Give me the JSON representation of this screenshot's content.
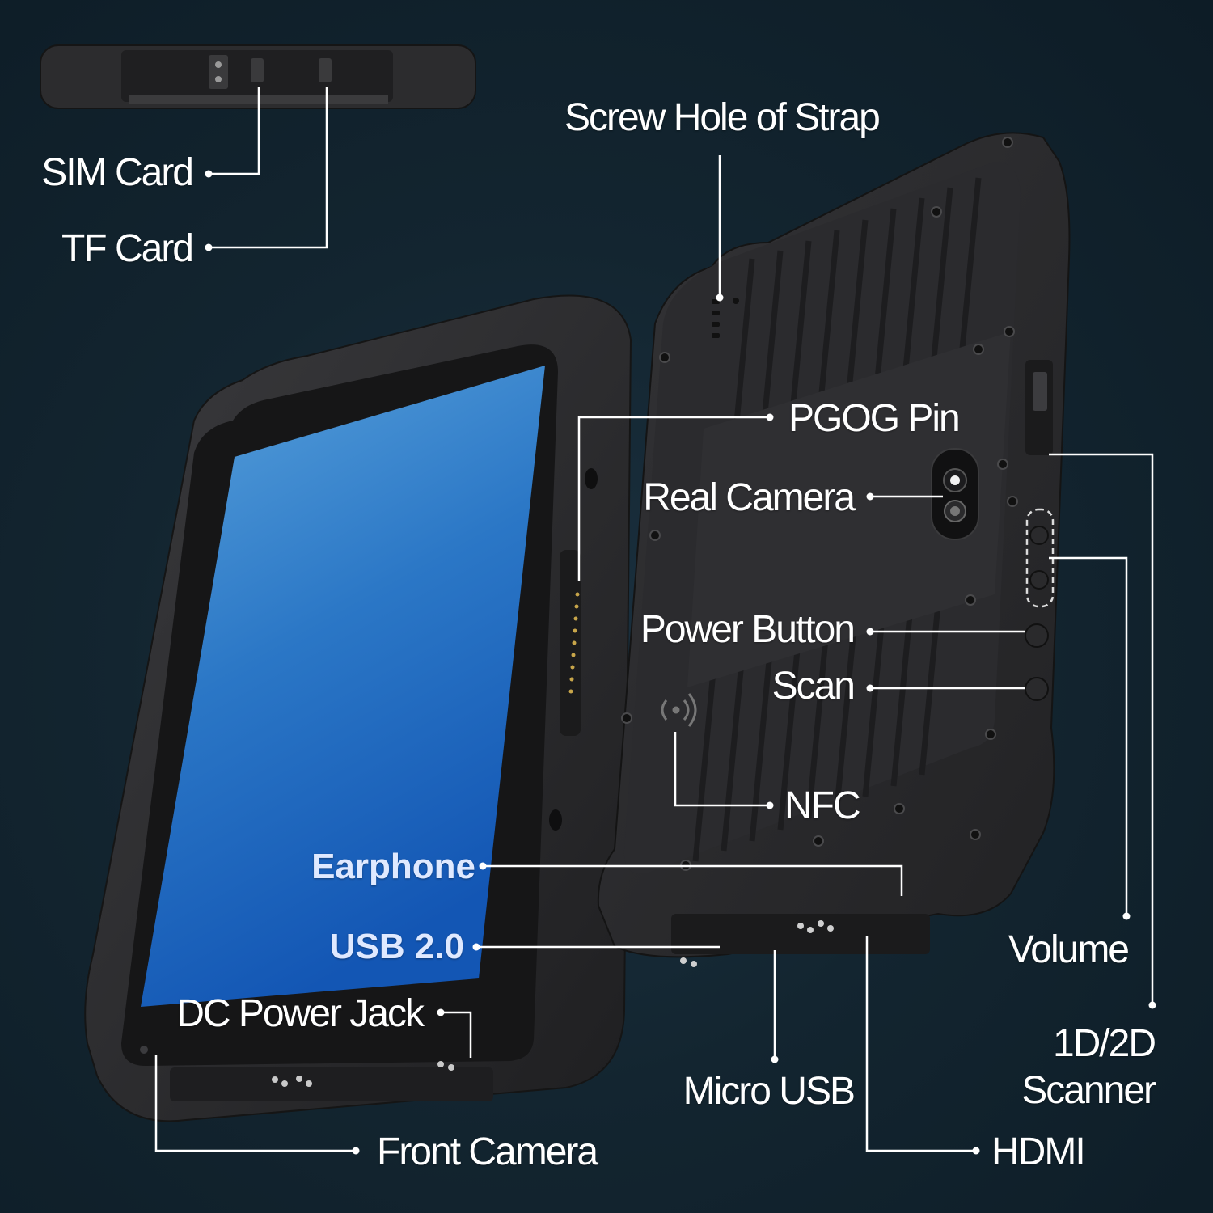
{
  "labels": {
    "sim_card": "SIM Card",
    "tf_card": "TF Card",
    "screw_hole": "Screw Hole of Strap",
    "pgog_pin": "PGOG Pin",
    "rear_camera": "Real Camera",
    "power_button": "Power Button",
    "scan": "Scan",
    "nfc": "NFC",
    "earphone": "Earphone",
    "usb": "USB 2.0",
    "dc_power": "DC Power Jack",
    "front_camera": "Front Camera",
    "micro_usb": "Micro USB",
    "hdmi": "HDMI",
    "volume": "Volume",
    "scanner_line1": "1D/2D",
    "scanner_line2": "Scanner"
  },
  "colors": {
    "background": "#132530",
    "device_body": "#2a2a2c",
    "screen_top": "#5aa0da",
    "screen_bottom": "#1356b4",
    "callout_line": "#ffffff"
  },
  "icons": {
    "nfc": "nfc-icon",
    "camera": "camera-icon"
  }
}
